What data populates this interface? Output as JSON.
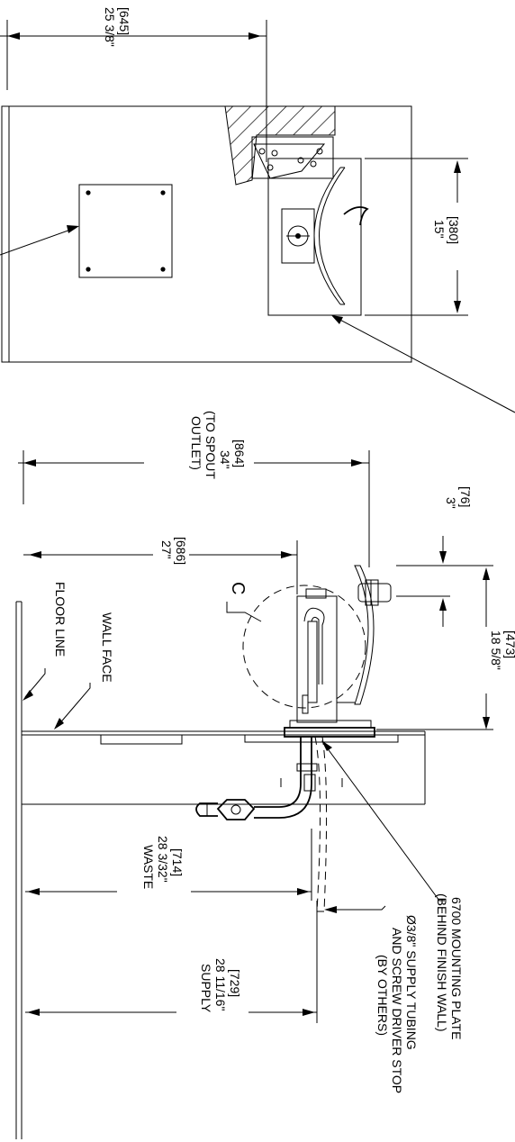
{
  "colors": {
    "line": "#000000",
    "background": "#ffffff",
    "hatch": "#000000"
  },
  "top_view": {
    "dim_width": {
      "metric": "[645]",
      "imperial": "25 3/8\""
    },
    "dim_bowl": {
      "metric": "[380]",
      "imperial": "15\""
    }
  },
  "side_view": {
    "dim_spout_height": {
      "metric": "[864]",
      "imperial": "34\"",
      "note_1": "(TO SPOUT",
      "note_2": "OUTLET)"
    },
    "dim_body_height": {
      "metric": "[686]",
      "imperial": "27\""
    },
    "dim_spout_offset": {
      "metric": "[76]",
      "imperial": "3\""
    },
    "dim_projection": {
      "metric": "[473]",
      "imperial": "18 5/8\""
    },
    "dim_waste": {
      "metric": "[714]",
      "imperial": "28 3/32\"",
      "label": "WASTE"
    },
    "dim_supply": {
      "metric": "[729]",
      "imperial": "28 11/16\"",
      "label": "SUPPLY"
    },
    "detail_callout": "C",
    "labels": {
      "floor_line": "FLOOR LINE",
      "wall_face": "WALL FACE",
      "mounting_plate_1": "6700 MOUNTING PLATE",
      "mounting_plate_2": "(BEHIND FINISH WALL)",
      "supply_tubing_1": "Ø3/8\" SUPPLY TUBING",
      "supply_tubing_2": "AND SCREW DRIVER STOP",
      "supply_tubing_3": "(BY OTHERS)"
    }
  }
}
